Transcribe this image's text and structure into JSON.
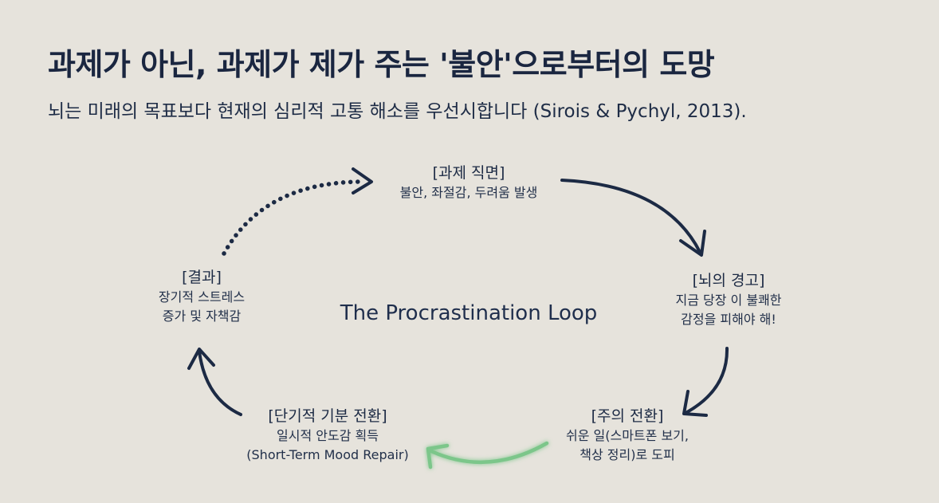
{
  "header": {
    "title": "과제가 아닌, 과제가 제가 주는 '불안'으로부터의 도망",
    "subtitle": "뇌는 미래의 목표보다 현재의 심리적 고통 해소를 우선시합니다 (Sirois & Pychyl, 2013)."
  },
  "diagram": {
    "center_label": "The Procrastination Loop",
    "nodes": [
      {
        "title": "[과제 직면]",
        "lines": [
          "불안, 좌절감, 두려움 발생"
        ]
      },
      {
        "title": "[뇌의 경고]",
        "lines": [
          "지금 당장 이 불쾌한",
          "감정을 피해야 해!"
        ]
      },
      {
        "title": "[주의 전환]",
        "lines": [
          "쉬운 일(스마트폰 보기,",
          "책상 정리)로 도피"
        ]
      },
      {
        "title": "[단기적 기분 전환]",
        "lines": [
          "일시적 안도감 획득",
          "(Short-Term Mood Repair)"
        ]
      },
      {
        "title": "[결과]",
        "lines": [
          "장기적 스트레스",
          "증가 및 자책감"
        ]
      }
    ],
    "colors": {
      "arrow": "#1c2a44",
      "highlight_arrow": "#7cc68a",
      "background": "#e6e3dc"
    }
  }
}
